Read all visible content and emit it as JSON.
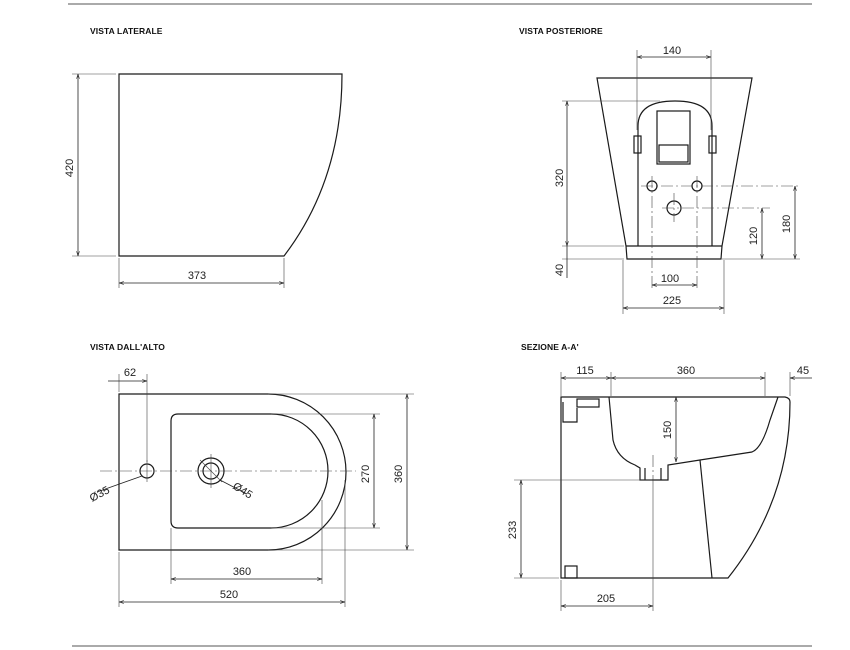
{
  "views": {
    "side": {
      "title": "VISTA LATERALE",
      "dims": {
        "height": "420",
        "length": "373"
      }
    },
    "rear": {
      "title": "VISTA POSTERIORE",
      "dims": {
        "top_width": "140",
        "height": "320",
        "base": "40",
        "outlet_height": "120",
        "inlet_height": "180",
        "hole_spacing": "100",
        "base_width": "225"
      }
    },
    "top": {
      "title": "VISTA DALL'ALTO",
      "dims": {
        "tap_offset": "62",
        "bowl_length": "360",
        "total_length": "520",
        "bowl_width": "270",
        "total_width": "360",
        "tap_hole": "Ø35",
        "drain_hole": "Ø45"
      }
    },
    "section": {
      "title": "SEZIONE A-A'",
      "dims": {
        "rim": "115",
        "length": "360",
        "lip": "45",
        "depth": "150",
        "outlet_height": "233",
        "outlet_distance": "205"
      }
    }
  }
}
